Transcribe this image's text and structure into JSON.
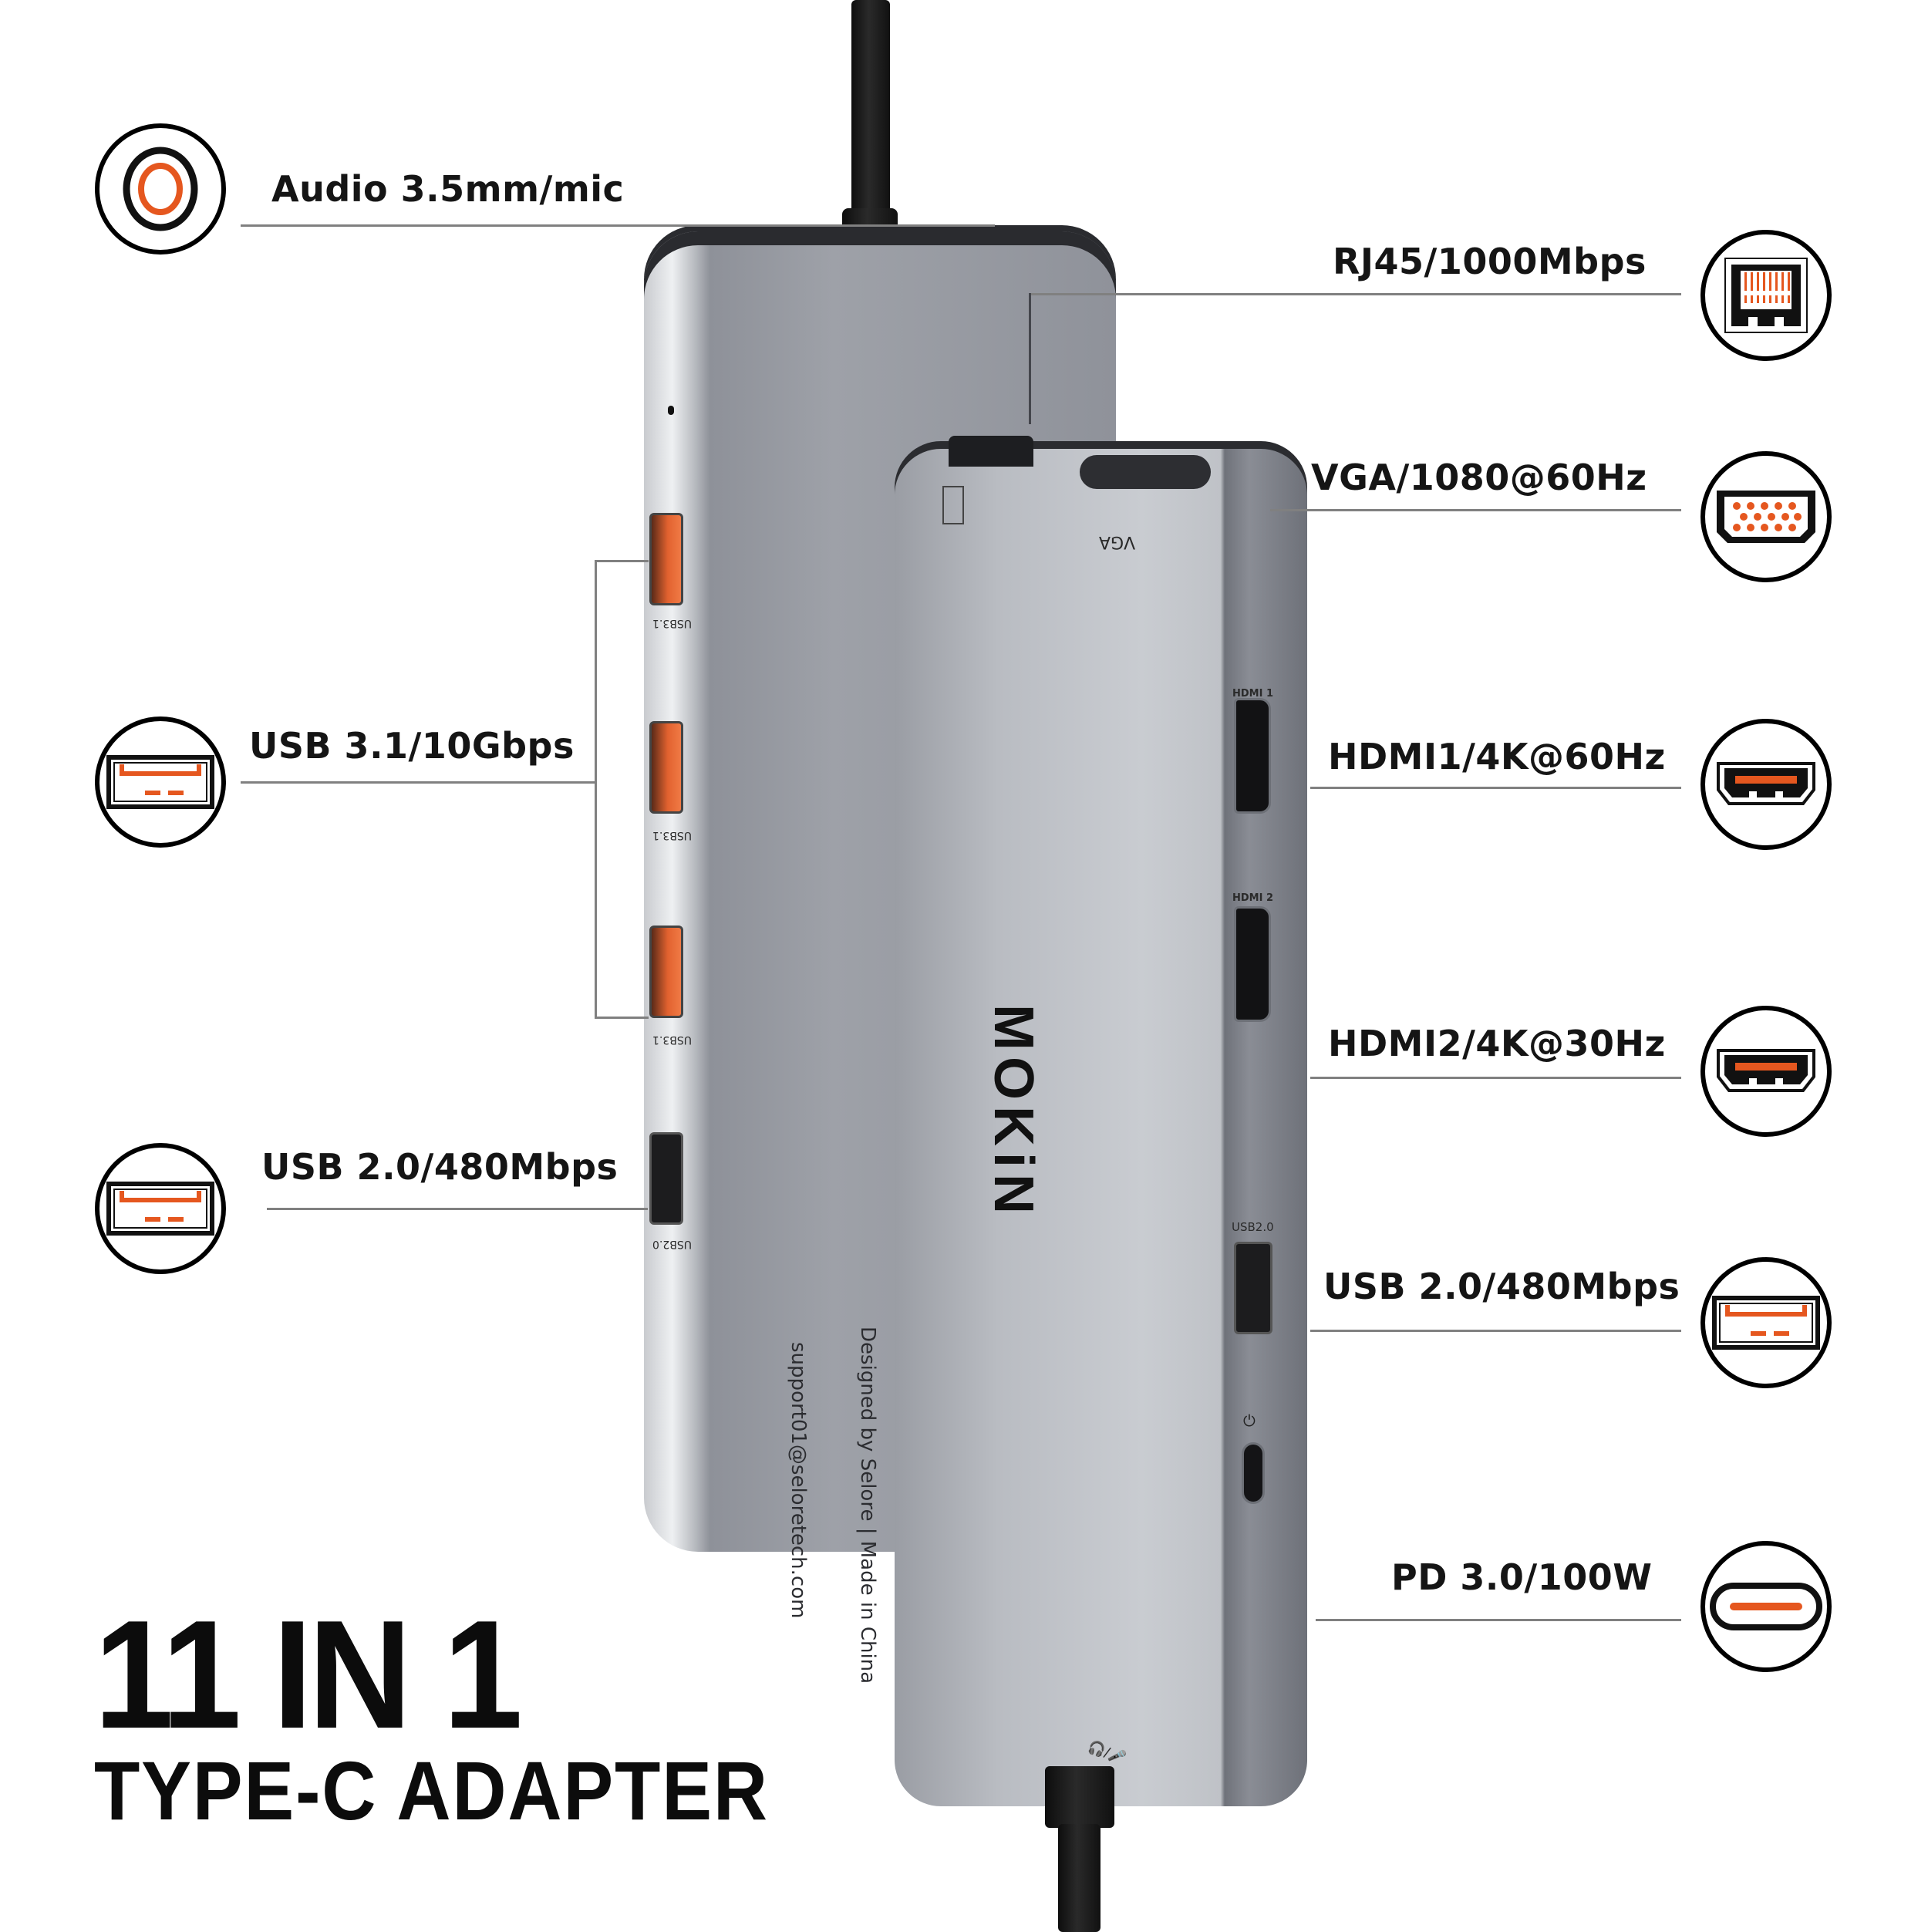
{
  "headline": {
    "count": "11 IN 1",
    "subtitle": "TYPE-C ADAPTER"
  },
  "colors": {
    "accent": "#e5571f",
    "text": "#151515",
    "leader_line": "#808080",
    "device_gray": "#a7aab0"
  },
  "callouts": {
    "left": [
      {
        "id": "audio",
        "label": "Audio 3.5mm/mic",
        "icon": "audio-jack-icon"
      },
      {
        "id": "usb31",
        "label": "USB 3.1/10Gbps",
        "icon": "usb-a-port-icon"
      },
      {
        "id": "usb20_left",
        "label": "USB 2.0/480Mbps",
        "icon": "usb-a-port-icon"
      }
    ],
    "right": [
      {
        "id": "rj45",
        "label": "RJ45/1000Mbps",
        "icon": "ethernet-port-icon"
      },
      {
        "id": "vga",
        "label": "VGA/1080@60Hz",
        "icon": "vga-port-icon"
      },
      {
        "id": "hdmi1",
        "label": "HDMI1/4K@60Hz",
        "icon": "hdmi-port-icon"
      },
      {
        "id": "hdmi2",
        "label": "HDMI2/4K@30Hz",
        "icon": "hdmi-port-icon"
      },
      {
        "id": "usb20_right",
        "label": "USB 2.0/480Mbps",
        "icon": "usb-a-port-icon"
      },
      {
        "id": "pd",
        "label": "PD 3.0/100W",
        "icon": "usb-c-port-icon"
      }
    ]
  },
  "device": {
    "brand": "MOKiN",
    "front_labels": {
      "vga": "VGA",
      "hdmi1": "HDMI 1",
      "hdmi2": "HDMI 2",
      "usb": "USB2.0",
      "audio": "🎧/🎤"
    },
    "back_side_labels": [
      "USB3.1",
      "USB3.1",
      "USB3.1",
      "USB2.0"
    ],
    "back_text": [
      "support01@seloretech.com",
      "Designed by Selore  |  Made in China"
    ]
  }
}
